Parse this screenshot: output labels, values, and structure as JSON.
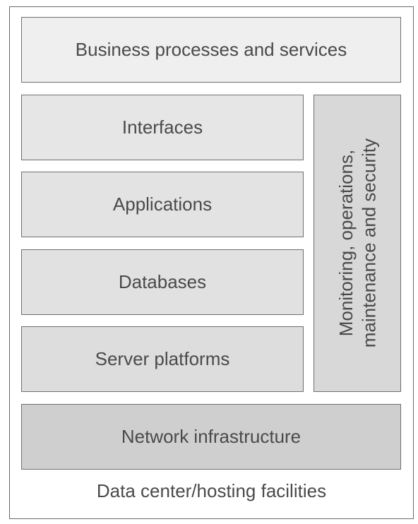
{
  "layers": {
    "business": "Business processes and services",
    "interfaces": "Interfaces",
    "applications": "Applications",
    "databases": "Databases",
    "server": "Server platforms",
    "network": "Network infrastructure",
    "monitoring_line1": "Monitoring, operations,",
    "monitoring_line2": "maintenance and security"
  },
  "container": {
    "label": "Data center/hosting facilities"
  },
  "colors": {
    "border": "#6f6f6f",
    "text": "#4a4a4a",
    "business_fill": "#efefef",
    "network_fill": "#cfcfcf",
    "monitoring_fill": "#d8d8d8"
  }
}
